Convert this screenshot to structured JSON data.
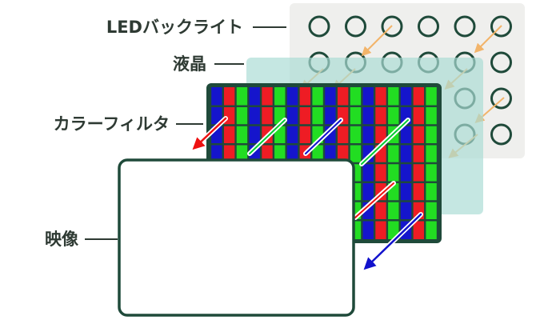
{
  "labels": {
    "backlight": "LEDバックライト",
    "lcd": "液晶",
    "filter": "カラーフィルタ",
    "image": "映像"
  },
  "colors": {
    "outline": "#1f4a3a",
    "backlight_panel": "#efefed",
    "lcd_panel": "#a9dcd4",
    "filter_red": "#ee1c24",
    "filter_green": "#22dd22",
    "filter_blue": "#1515cc",
    "light_orange": "#f2b46a",
    "arrow_red": "#ee1111",
    "arrow_green": "#00cc33",
    "arrow_blue": "#1111cc",
    "label_text": "#2e3a33"
  },
  "backlight_grid": {
    "columns": 6,
    "rows": 4
  },
  "filter_grid": {
    "columns": 18,
    "rows": 8,
    "pattern": [
      "blue",
      "red",
      "green"
    ]
  }
}
